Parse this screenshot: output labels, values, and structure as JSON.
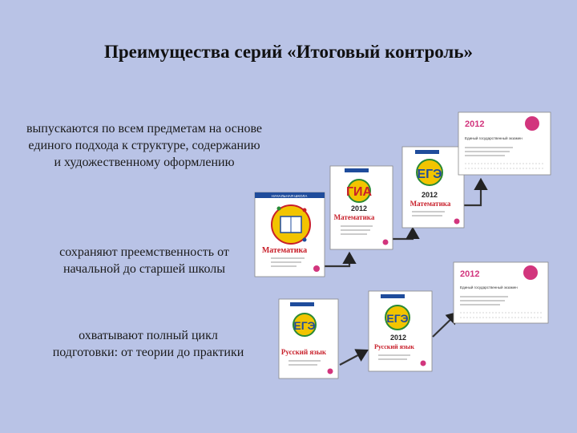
{
  "slide": {
    "title": "Преимущества серий «Итоговый контроль»",
    "bullets": [
      "выпускаются по всем предметам на основе единого подхода к структуре, содержанию и художественному оформлению",
      "сохраняют преемственность от начальной до старшей школы",
      "охватывают полный цикл подготовки: от теории до практики"
    ]
  },
  "books": {
    "math_primary": {
      "header": "НАЧАЛЬНАЯ ШКОЛА",
      "subject": "Математика"
    },
    "math_gia": {
      "year": "2012",
      "letters": "ГИА",
      "subject": "Математика"
    },
    "math_ege": {
      "year": "2012",
      "letters": "ЕГЭ",
      "subject": "Математика"
    },
    "test_top": {
      "year": "2012",
      "subtitle": "Единый государственный экзамен"
    },
    "rus_primary": {
      "letters": "ЕГЭ",
      "subject": "Русский язык"
    },
    "rus_ege": {
      "year": "2012",
      "letters": "ЕГЭ",
      "subject": "Русский язык"
    },
    "test_bottom": {
      "year": "2012",
      "subtitle": "Единый государственный экзамен"
    }
  },
  "colors": {
    "background": "#b9c3e6",
    "accent_red": "#c81f2a",
    "accent_pink": "#d2357d",
    "accent_blue": "#1f4c9c",
    "accent_yellow": "#f2c400",
    "accent_green": "#2a8a35"
  }
}
